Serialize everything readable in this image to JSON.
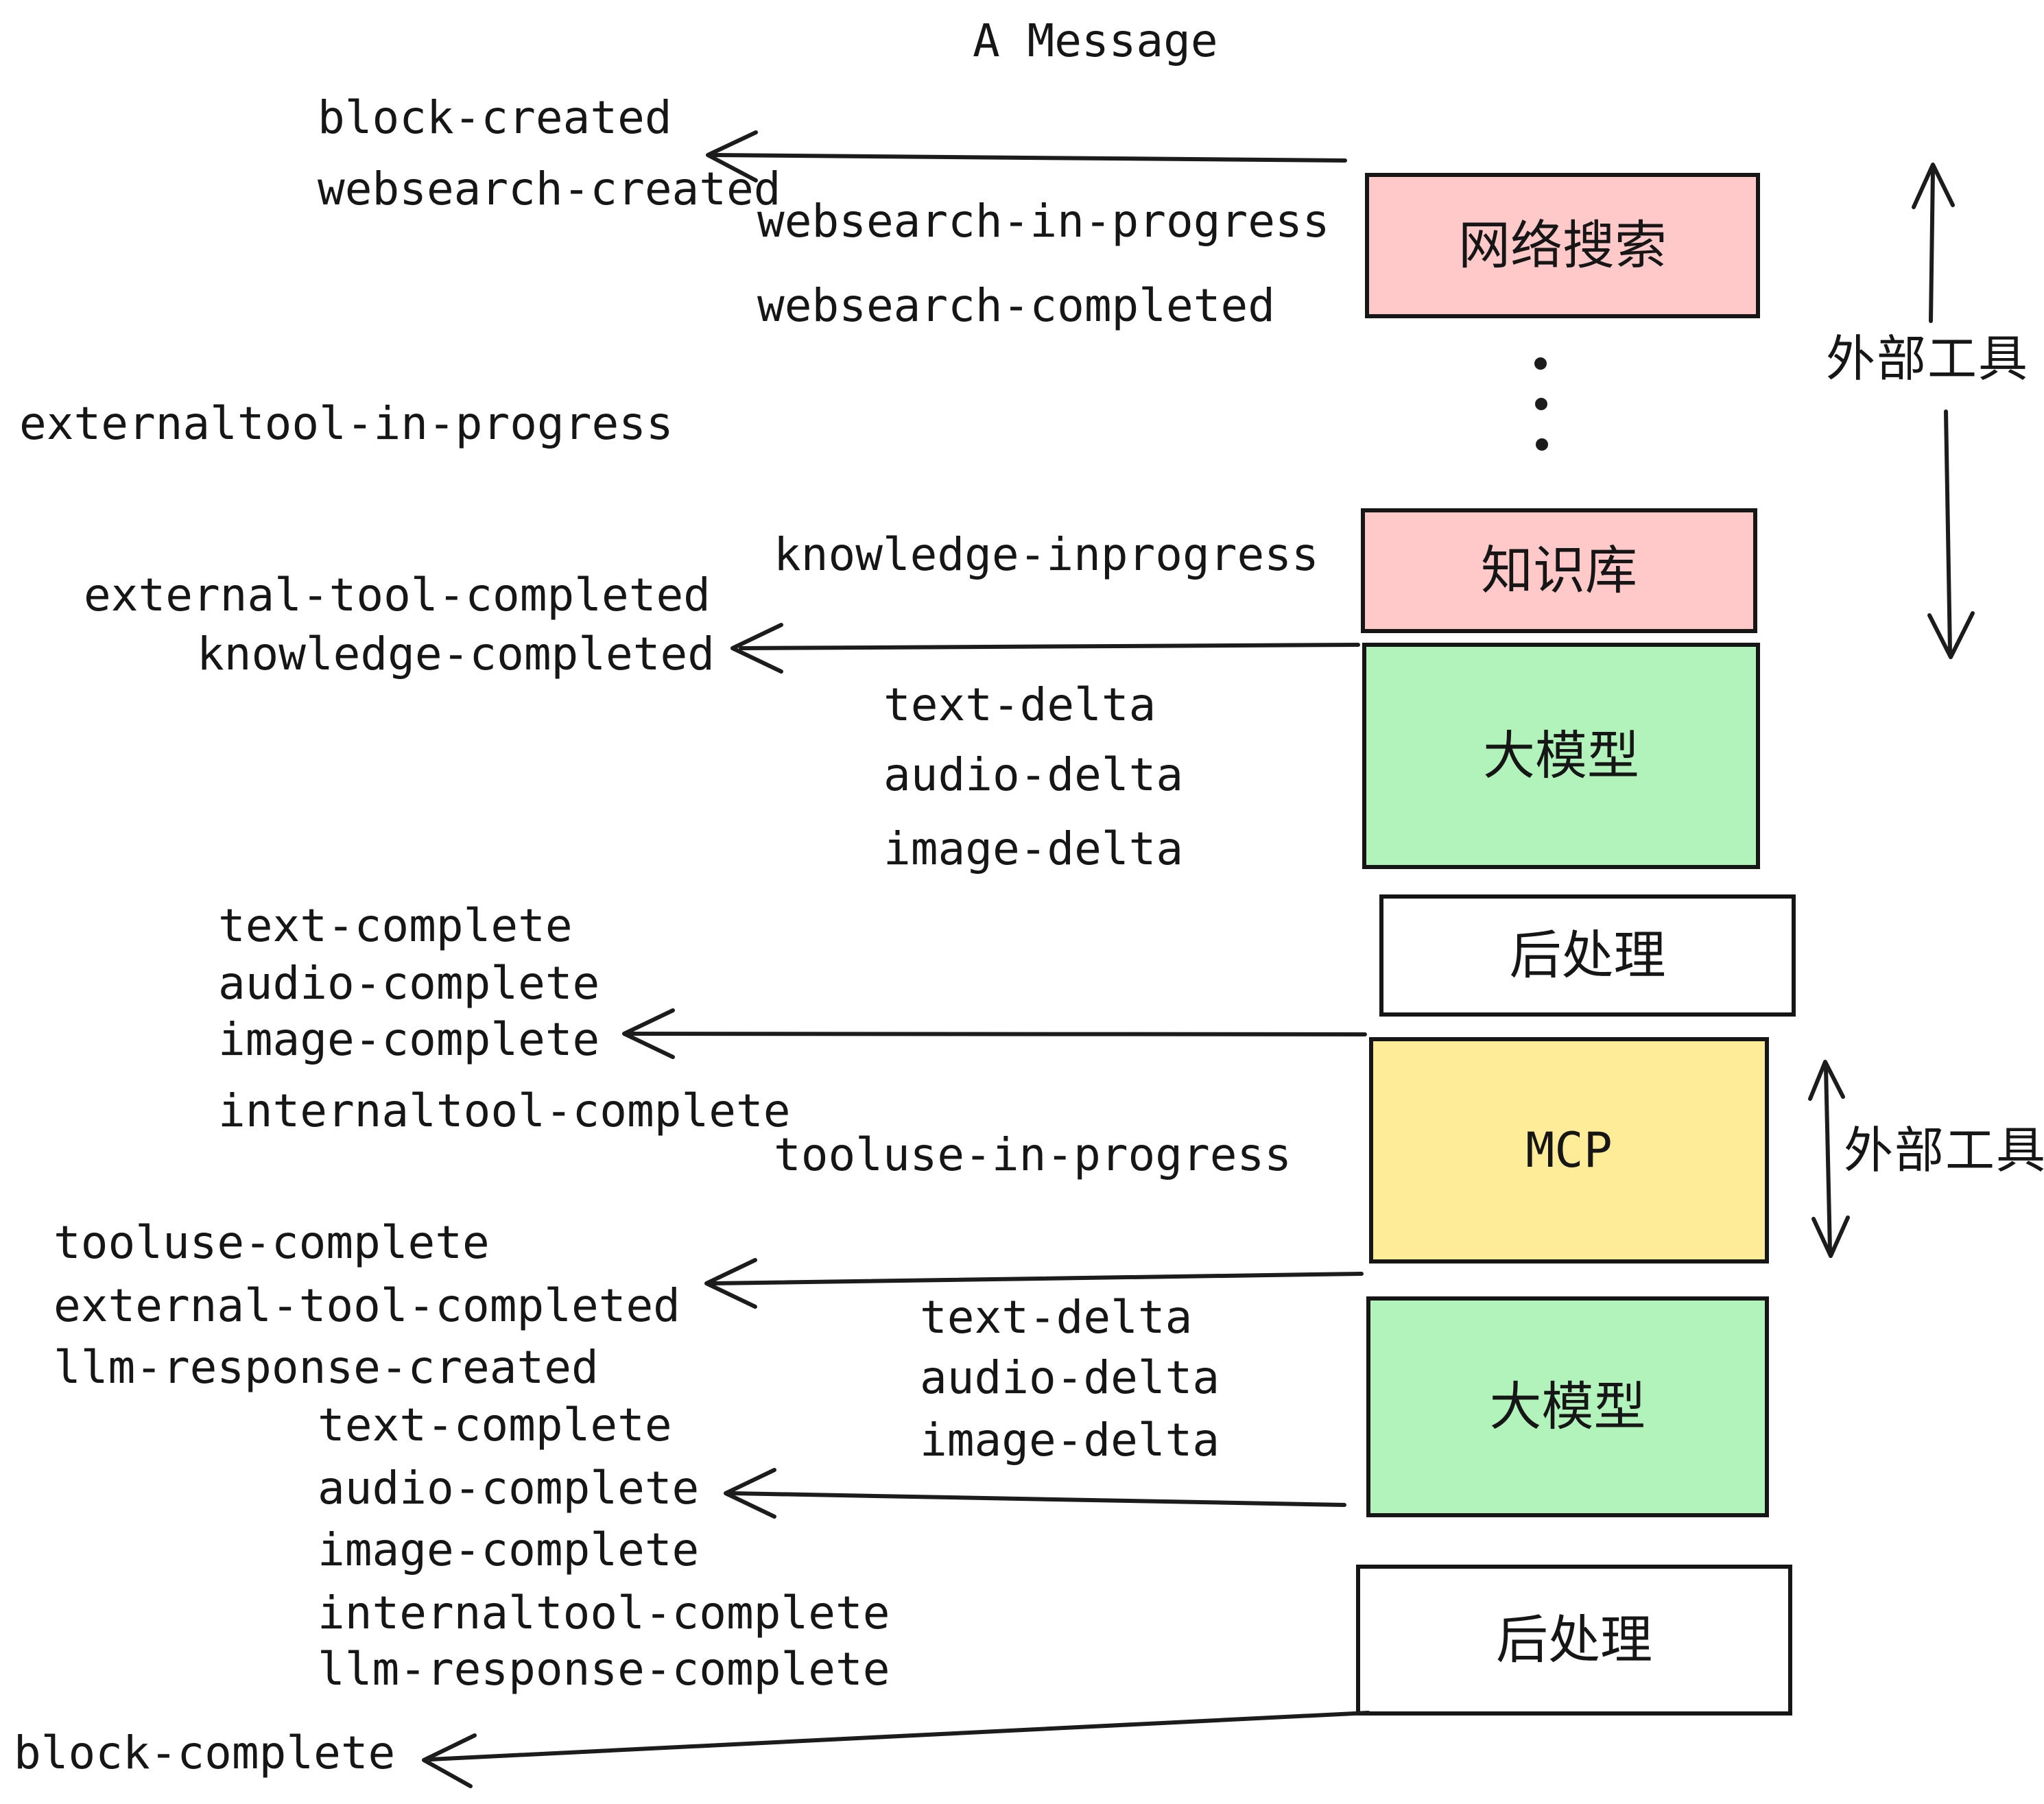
{
  "title": "A Message",
  "colors": {
    "background": "#ffffff",
    "ink": "#1c1c1c",
    "box_pink": "#ffc9c9",
    "box_green": "#b2f2bb",
    "box_yellow": "#ffec99",
    "box_white": "#ffffff"
  },
  "boxes": {
    "websearch": "网络搜索",
    "knowledge": "知识库",
    "llm1": "大模型",
    "post1": "后处理",
    "mcp": "MCP",
    "llm2": "大模型",
    "post2": "后处理"
  },
  "side": {
    "external_tools_top": "外部工具",
    "external_tools_mid": "外部工具"
  },
  "events": {
    "block_created": "block-created",
    "websearch_created": "websearch-created",
    "websearch_in_progress": "websearch-in-progress",
    "websearch_completed": "websearch-completed",
    "externaltool_in_progress": "externaltool-in-progress",
    "knowledge_inprogress": "knowledge-inprogress",
    "external_tool_completed": "external-tool-completed",
    "knowledge_completed": "knowledge-completed",
    "text_delta_1": "text-delta",
    "audio_delta_1": "audio-delta",
    "image_delta_1": "image-delta",
    "text_complete_1": "text-complete",
    "audio_complete_1": "audio-complete",
    "image_complete_1": "image-complete",
    "internaltool_complete_1": "internaltool-complete",
    "tooluse_in_progress": "tooluse-in-progress",
    "tooluse_complete": "tooluse-complete",
    "external_tool_completed_2": "external-tool-completed",
    "llm_response_created": "llm-response-created",
    "text_delta_2": "text-delta",
    "audio_delta_2": "audio-delta",
    "image_delta_2": "image-delta",
    "text_complete_2": "text-complete",
    "audio_complete_2": "audio-complete",
    "image_complete_2": "image-complete",
    "internaltool_complete_2": "internaltool-complete",
    "llm_response_complete": "llm-response-complete",
    "block_complete": "block-complete"
  }
}
